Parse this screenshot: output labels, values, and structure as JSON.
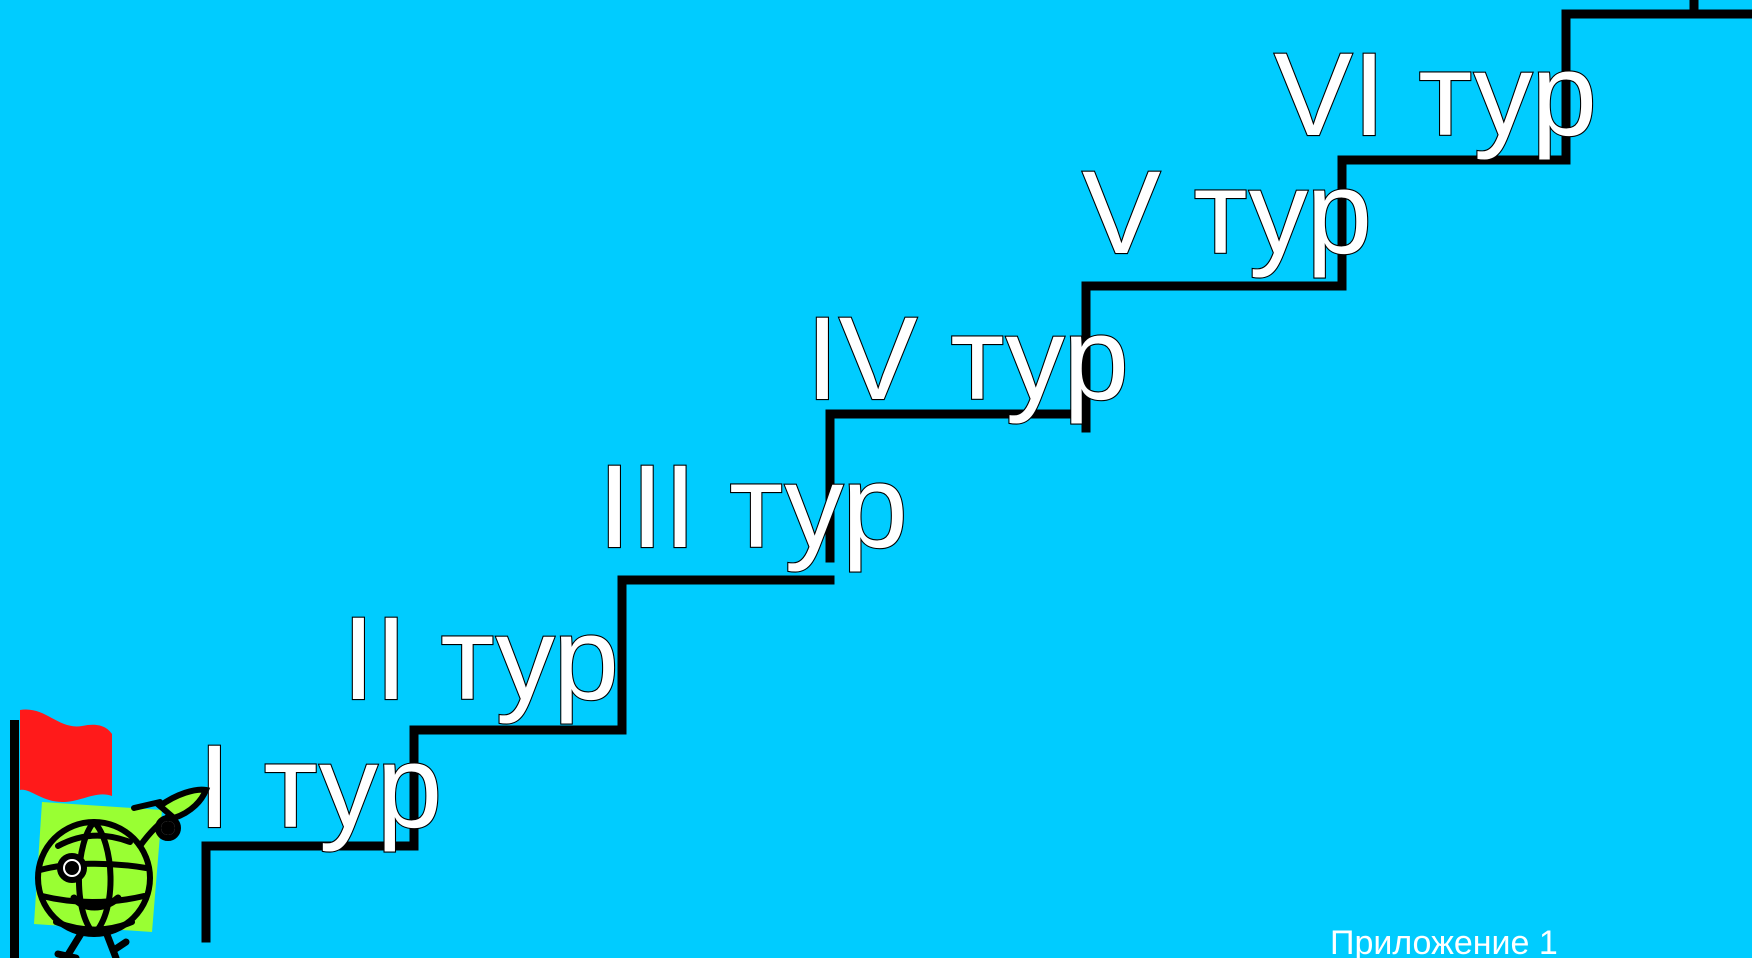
{
  "slide": {
    "background_color": "#00ccff",
    "stairs_color": "#000000"
  },
  "stairs": {
    "labels": [
      "I тур",
      "II тур",
      "III тур",
      "IV  тур",
      "V тур",
      "VI  тур"
    ]
  },
  "footer": {
    "text": "Приложение 1"
  },
  "mascot": {
    "flag_color": "#ff1a1a",
    "card_color": "#99ff33",
    "globe_color": "#99ff33",
    "icon": "globe-mascot-icon"
  }
}
